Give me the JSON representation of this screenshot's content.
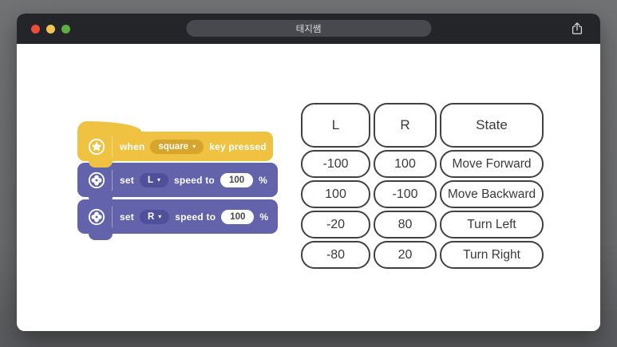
{
  "window": {
    "title": "태지쌤",
    "colors": {
      "titlebar_bg": "#232529",
      "urlbar_bg": "#47494e",
      "traffic_red": "#ee4b38",
      "traffic_yellow": "#f5c64f",
      "traffic_green": "#5fae44"
    }
  },
  "icons": {
    "star": "star-icon",
    "clover": "clover-icon",
    "share": "share-icon",
    "dropdown_arrow": "chevron-down-icon",
    "arrow_glyph": "▾"
  },
  "program": {
    "hat_block": {
      "label_when": "when",
      "key_option": "square",
      "label_after": "key pressed"
    },
    "set_blocks": [
      {
        "label_set": "set",
        "port": "L",
        "label_speed": "speed to",
        "value": "100",
        "label_unit": "%"
      },
      {
        "label_set": "set",
        "port": "R",
        "label_speed": "speed to",
        "value": "100",
        "label_unit": "%"
      }
    ],
    "colors": {
      "hat_bg": "#efc242",
      "hat_dropdown": "#d7a42c",
      "set_bg": "#6363ac",
      "set_dropdown": "#504f9b"
    }
  },
  "table": {
    "headers": [
      "L",
      "R",
      "State"
    ],
    "rows": [
      [
        "-100",
        "100",
        "Move Forward"
      ],
      [
        "100",
        "-100",
        "Move Backward"
      ],
      [
        "-20",
        "80",
        "Turn Left"
      ],
      [
        "-80",
        "20",
        "Turn Right"
      ]
    ]
  }
}
